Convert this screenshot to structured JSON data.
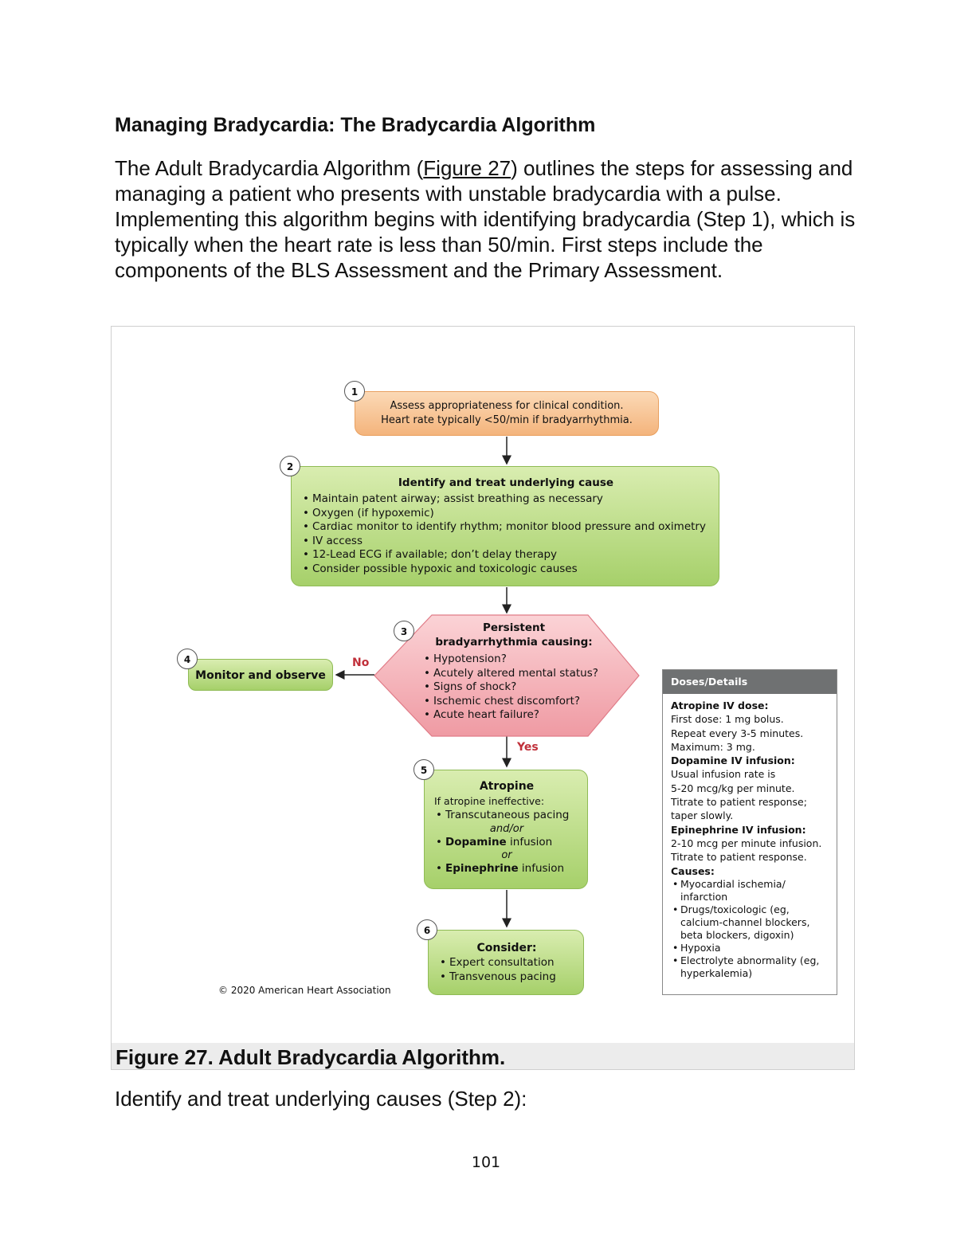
{
  "heading": "Managing Bradycardia: The Bradycardia Algorithm",
  "intro": {
    "before_link": "The Adult Bradycardia Algorithm (",
    "link": "Figure 27",
    "after_link": ") outlines the steps for assessing and managing a patient who presents with unstable bradycardia with a pulse. Implementing this algorithm begins with identifying bradycardia (Step 1), which is typically when the heart rate is less than 50/min. First steps include the components of the BLS Assessment and the Primary Assessment."
  },
  "algorithm": {
    "step1": {
      "num": "1",
      "line1": "Assess appropriateness for clinical condition.",
      "line2": "Heart rate typically <50/min if bradyarrhythmia."
    },
    "step2": {
      "num": "2",
      "title": "Identify and treat underlying cause",
      "items": [
        "Maintain patent airway; assist breathing as necessary",
        "Oxygen (if hypoxemic)",
        "Cardiac monitor to identify rhythm; monitor blood pressure and oximetry",
        "IV access",
        "12-Lead ECG if available; don’t delay therapy",
        "Consider possible hypoxic and toxicologic causes"
      ]
    },
    "step3": {
      "num": "3",
      "title1": "Persistent",
      "title2": "bradyarrhythmia causing:",
      "items": [
        "Hypotension?",
        "Acutely altered mental status?",
        "Signs of shock?",
        "Ischemic chest discomfort?",
        "Acute heart failure?"
      ]
    },
    "step4": {
      "num": "4",
      "label": "Monitor and observe"
    },
    "no_label": "No",
    "yes_label": "Yes",
    "step5": {
      "num": "5",
      "title": "Atropine",
      "sub": "If atropine ineffective:",
      "item1": "Transcutaneous pacing",
      "conj1": "and/or",
      "item2_bold": "Dopamine",
      "item2_rest": " infusion",
      "conj2": "or",
      "item3_bold": "Epinephrine",
      "item3_rest": " infusion"
    },
    "step6": {
      "num": "6",
      "title": "Consider:",
      "items": [
        "Expert consultation",
        "Transvenous pacing"
      ]
    },
    "copyright": "© 2020 American Heart Association",
    "doses": {
      "header": "Doses/Details",
      "atropine_h": "Atropine IV dose:",
      "atropine_1": "First dose: 1 mg bolus.",
      "atropine_2": "Repeat every 3-5 minutes.",
      "atropine_3": "Maximum: 3 mg.",
      "dopamine_h": "Dopamine IV infusion:",
      "dopamine_1": "Usual infusion rate is",
      "dopamine_2": "5-20 mcg/kg per minute.",
      "dopamine_3": "Titrate to patient response;",
      "dopamine_4": "taper slowly.",
      "epi_h": "Epinephrine IV infusion:",
      "epi_1": "2-10 mcg per minute infusion.",
      "epi_2": "Titrate to patient response.",
      "causes_h": "Causes:",
      "causes": [
        "Myocardial ischemia/ infarction",
        "Drugs/toxicologic (eg, calcium-channel blockers, beta blockers, digoxin)",
        "Hypoxia",
        "Electrolyte abnormality (eg, hyperkalemia)"
      ]
    }
  },
  "caption": "Figure 27. Adult Bradycardia Algorithm.",
  "after_text": "Identify and treat underlying causes (Step 2):",
  "page_number": "101",
  "colors": {
    "step1": "#f4b47c",
    "green": "#a6d06a",
    "hexagon": "#f2a0a8",
    "no_yes": "#c0303a",
    "doses_header": "#6f7172"
  }
}
